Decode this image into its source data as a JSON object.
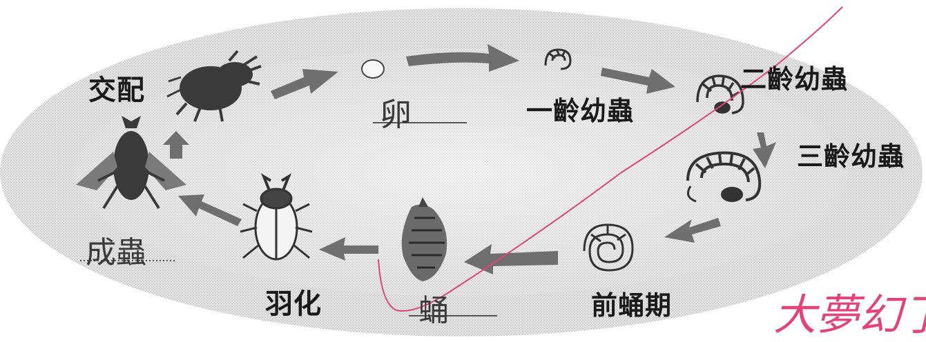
{
  "stages": {
    "mating": "交配",
    "egg": "卵",
    "instar1": "一齡幼蟲",
    "instar2": "二齡幼蟲",
    "instar3": "三齡幼蟲",
    "prepupa": "前蛹期",
    "pupa": "蛹",
    "eclosion": "羽化",
    "adult": "成蟲"
  },
  "annotation": {
    "note": "大夢幻了"
  },
  "colors": {
    "ellipse": "#cfcfcf",
    "arrow": "#6a6a6a",
    "insect": "#3a3a3a",
    "pink": "#e0447a"
  }
}
